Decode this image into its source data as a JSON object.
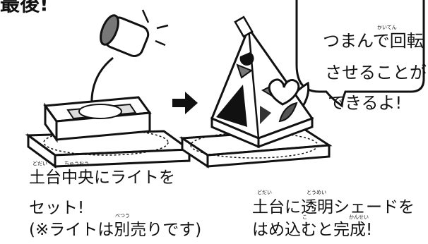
{
  "step_heading": "最後!",
  "bubble": {
    "lines": [
      "つまんで回転",
      "させることが",
      "できるよ!"
    ],
    "ruby": [
      {
        "text": "かいてん"
      }
    ]
  },
  "left_caption": {
    "lines": [
      "土台中央にライトを",
      "セット!",
      "(※ライトは別売りです)"
    ],
    "ruby": [
      {
        "text": "どだい"
      },
      {
        "text": "ちゅうおう"
      },
      {
        "text": "べつう"
      }
    ]
  },
  "right_caption": {
    "lines": [
      "土台に透明シェードを",
      "はめ込むと完成!"
    ],
    "ruby": [
      {
        "text": "どだい"
      },
      {
        "text": "とうめい"
      },
      {
        "text": "こ"
      },
      {
        "text": "かんせい"
      }
    ]
  },
  "icons": [
    "light-icon",
    "arrow-right-icon",
    "base-box-icon",
    "pyramid-shade-icon",
    "heart-icon",
    "speech-bubble-icon"
  ]
}
